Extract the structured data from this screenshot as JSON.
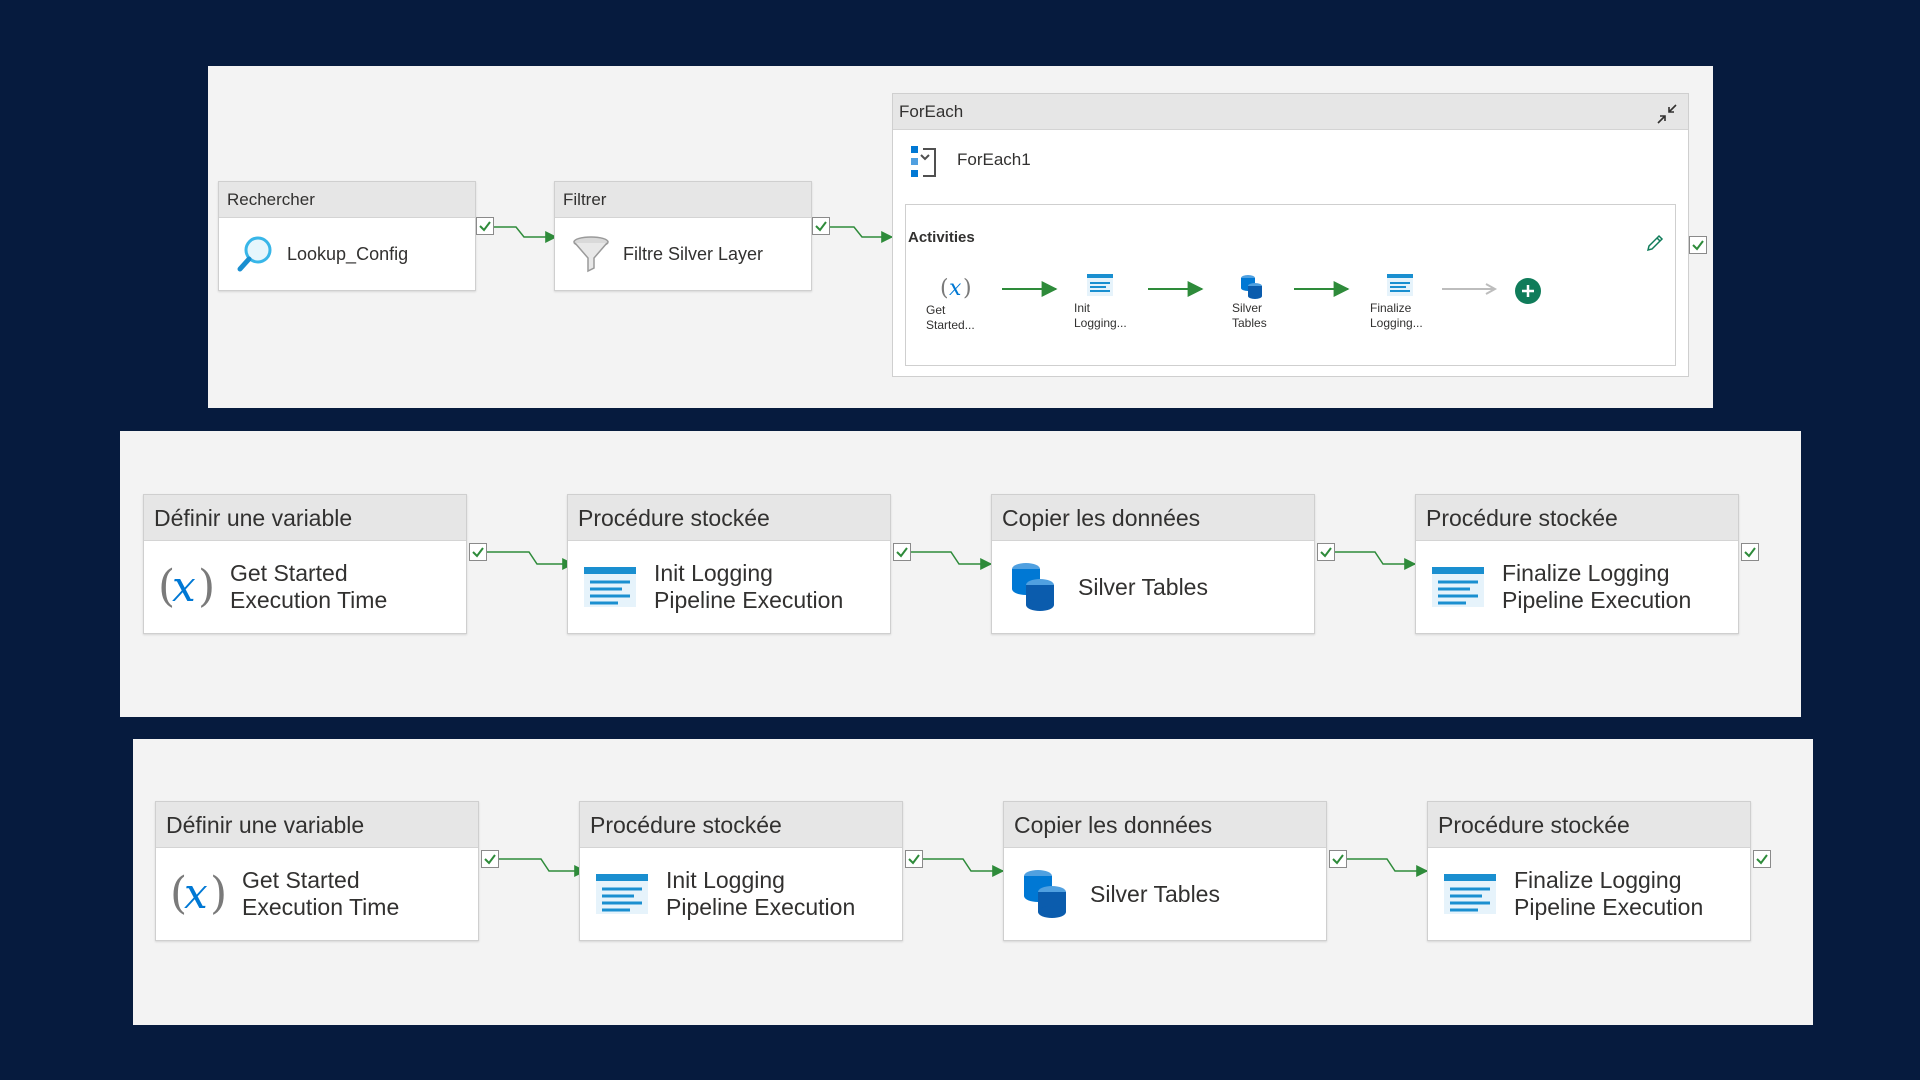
{
  "panel1": {
    "lookup": {
      "type": "Rechercher",
      "name": "Lookup_Config"
    },
    "filter": {
      "type": "Filtrer",
      "name": "Filtre Silver Layer"
    },
    "foreach": {
      "type": "ForEach",
      "name": "ForEach1",
      "activities_title": "Activities",
      "steps": [
        {
          "line1": "Get",
          "line2": "Started..."
        },
        {
          "line1": "Init",
          "line2": "Logging..."
        },
        {
          "line1": "Silver",
          "line2": "Tables"
        },
        {
          "line1": "Finalize",
          "line2": "Logging..."
        }
      ]
    }
  },
  "pipeline_a": {
    "activities": [
      {
        "type": "Définir une variable",
        "line1": "Get Started",
        "line2": "Execution Time"
      },
      {
        "type": "Procédure stockée",
        "line1": "Init Logging",
        "line2": "Pipeline Execution"
      },
      {
        "type": "Copier les données",
        "line1": "Silver Tables",
        "line2": ""
      },
      {
        "type": "Procédure stockée",
        "line1": "Finalize Logging",
        "line2": "Pipeline Execution"
      }
    ]
  },
  "pipeline_b": {
    "activities": [
      {
        "type": "Définir une variable",
        "line1": "Get Started",
        "line2": "Execution Time"
      },
      {
        "type": "Procédure stockée",
        "line1": "Init Logging",
        "line2": "Pipeline Execution"
      },
      {
        "type": "Copier les données",
        "line1": "Silver Tables",
        "line2": ""
      },
      {
        "type": "Procédure stockée",
        "line1": "Finalize Logging",
        "line2": "Pipeline Execution"
      }
    ]
  },
  "colors": {
    "background": "#061b3e",
    "panel": "#f3f3f3",
    "success_green": "#2e8b3a",
    "icon_blue": "#0078d4",
    "add_button": "#107c5a"
  }
}
